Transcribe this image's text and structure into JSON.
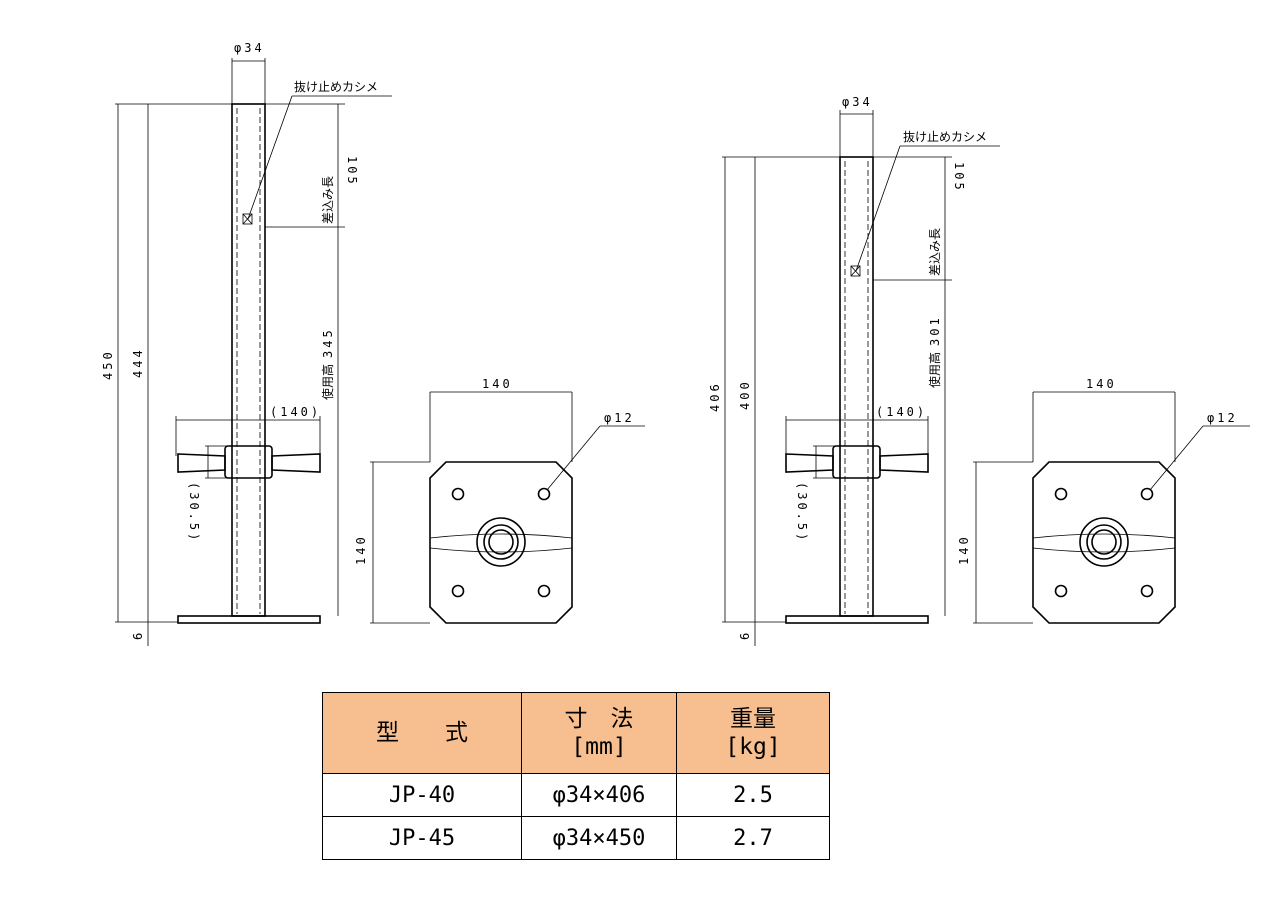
{
  "left_drawing": {
    "pipe_diameter": "φ34",
    "caulk_label": "抜け止めカシメ",
    "insert_label": "差込み長",
    "insert_length": "105",
    "use_height_label": "使用高",
    "use_height": "345",
    "total_height": "450",
    "inner_height": "444",
    "handle_width": "(140)",
    "nut_height": "(30.5)",
    "base_thickness": "6"
  },
  "left_plate": {
    "width": "140",
    "height": "140",
    "hole_diameter": "φ12"
  },
  "right_drawing": {
    "pipe_diameter": "φ34",
    "caulk_label": "抜け止めカシメ",
    "insert_label": "差込み長",
    "insert_length": "105",
    "use_height_label": "使用高",
    "use_height": "301",
    "total_height": "406",
    "inner_height": "400",
    "handle_width": "(140)",
    "nut_height": "(30.5)",
    "base_thickness": "6"
  },
  "right_plate": {
    "width": "140",
    "height": "140",
    "hole_diameter": "φ12"
  },
  "table": {
    "header_bg": "#f7bf8f",
    "h_model": "型　　式",
    "h_size_1": "寸　法",
    "h_size_2": "[mm]",
    "h_weight_1": "重量",
    "h_weight_2": "[kg]",
    "rows": [
      {
        "model": "JP-40",
        "size": "φ34×406",
        "weight": "2.5"
      },
      {
        "model": "JP-45",
        "size": "φ34×450",
        "weight": "2.7"
      }
    ]
  }
}
